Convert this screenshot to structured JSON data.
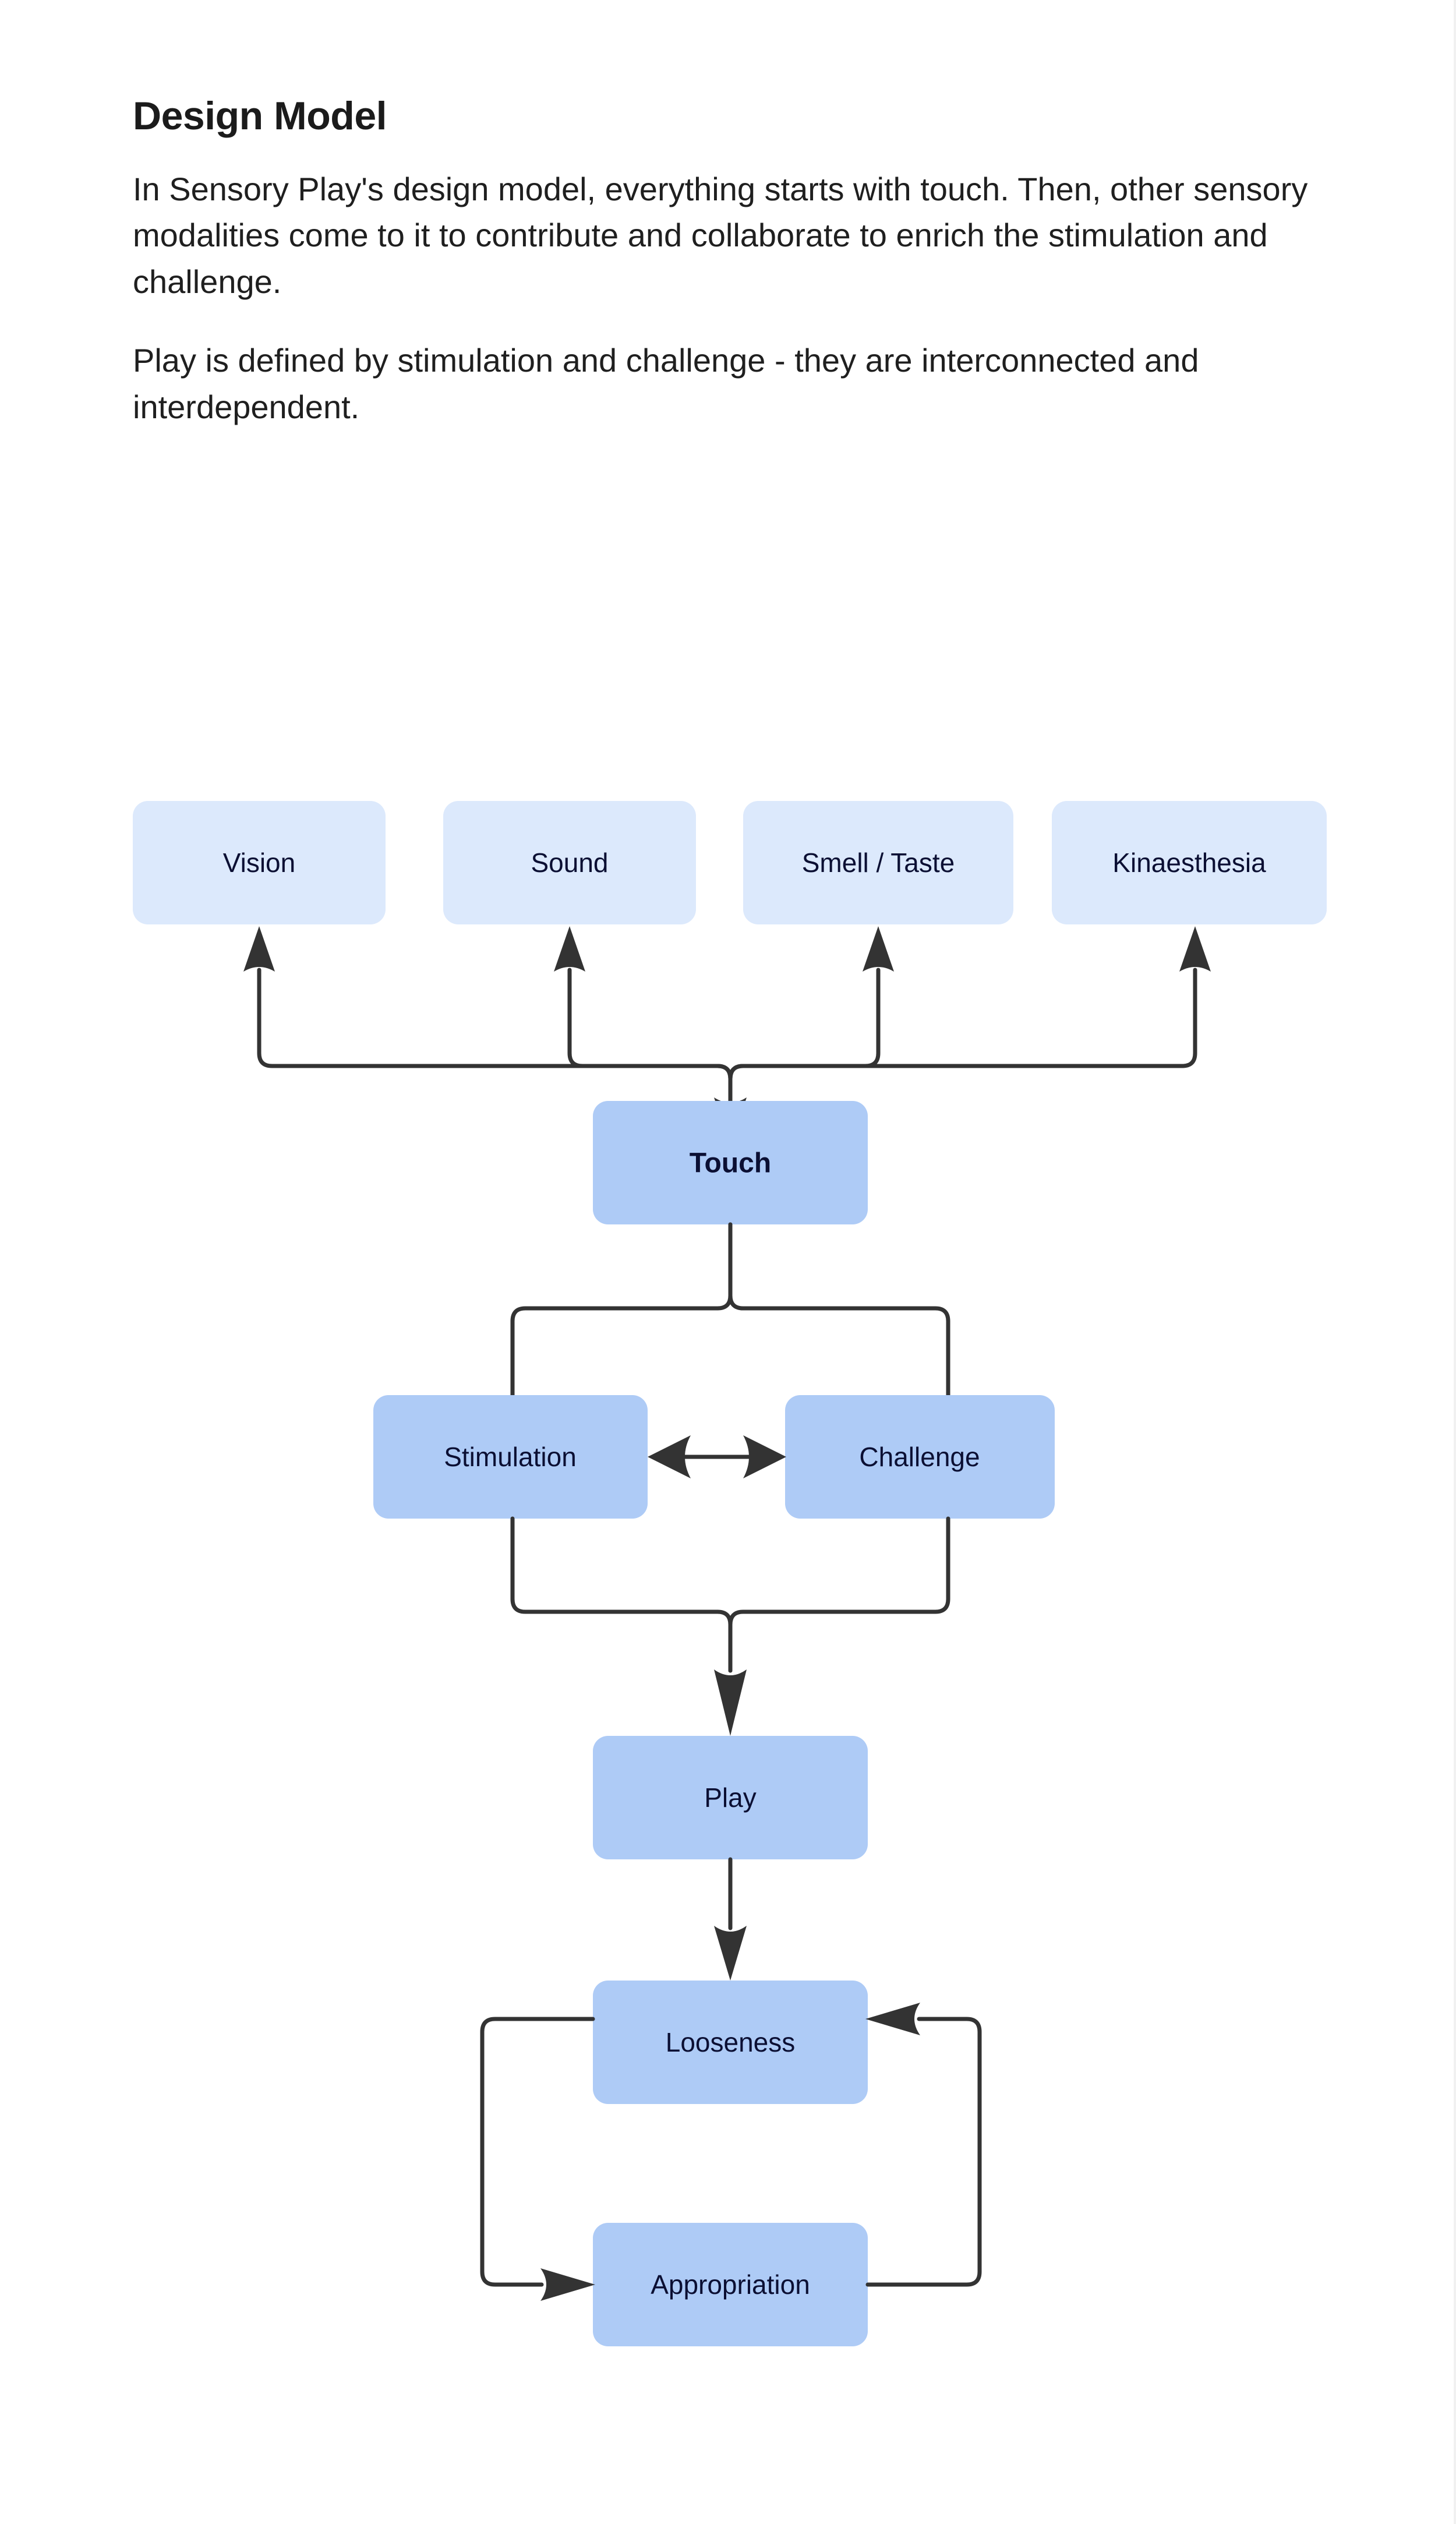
{
  "header": {
    "title": "Design Model"
  },
  "body": {
    "paragraph_1": "In Sensory Play's design model, everything starts with touch. Then, other sensory modalities come to it to contribute and collaborate to enrich the stimulation and challenge.",
    "paragraph_2": "Play is defined by stimulation and challenge - they are interconnected and interdependent."
  },
  "colors": {
    "background": "#ffffff",
    "node_light": "#dce9fc",
    "node_mid": "#aecbf6",
    "node_text": "#0b0f33",
    "edge": "#333333",
    "title_text": "#1b1b1b",
    "body_text": "#1f1f1f"
  },
  "diagram": {
    "type": "flowchart",
    "sensory_row": [
      {
        "id": "vision",
        "label": "Vision",
        "style": "light"
      },
      {
        "id": "sound",
        "label": "Sound",
        "style": "light"
      },
      {
        "id": "smell-taste",
        "label": "Smell / Taste",
        "style": "light"
      },
      {
        "id": "kinaesthesia",
        "label": "Kinaesthesia",
        "style": "light"
      }
    ],
    "nodes": [
      {
        "id": "touch",
        "label": "Touch",
        "style": "mid",
        "bold": true
      },
      {
        "id": "stimulation",
        "label": "Stimulation",
        "style": "mid",
        "bold": false
      },
      {
        "id": "challenge",
        "label": "Challenge",
        "style": "mid",
        "bold": false
      },
      {
        "id": "play",
        "label": "Play",
        "style": "mid",
        "bold": false
      },
      {
        "id": "looseness",
        "label": "Looseness",
        "style": "mid",
        "bold": false
      },
      {
        "id": "appropriation",
        "label": "Appropriation",
        "style": "mid",
        "bold": false
      }
    ],
    "edges": [
      {
        "from": "touch",
        "to": "vision",
        "arrow": "single"
      },
      {
        "from": "touch",
        "to": "sound",
        "arrow": "single"
      },
      {
        "from": "touch",
        "to": "smell-taste",
        "arrow": "single"
      },
      {
        "from": "touch",
        "to": "kinaesthesia",
        "arrow": "single"
      },
      {
        "from": "sensory-row",
        "to": "touch",
        "arrow": "single"
      },
      {
        "from": "touch",
        "to": "stimulation",
        "arrow": "none"
      },
      {
        "from": "touch",
        "to": "challenge",
        "arrow": "none"
      },
      {
        "from": "stimulation",
        "to": "challenge",
        "arrow": "double"
      },
      {
        "from": "stimulation",
        "to": "play",
        "arrow": "single"
      },
      {
        "from": "challenge",
        "to": "play",
        "arrow": "single"
      },
      {
        "from": "play",
        "to": "looseness",
        "arrow": "single"
      },
      {
        "from": "looseness",
        "to": "appropriation",
        "arrow": "single"
      },
      {
        "from": "appropriation",
        "to": "looseness",
        "arrow": "single"
      }
    ]
  }
}
